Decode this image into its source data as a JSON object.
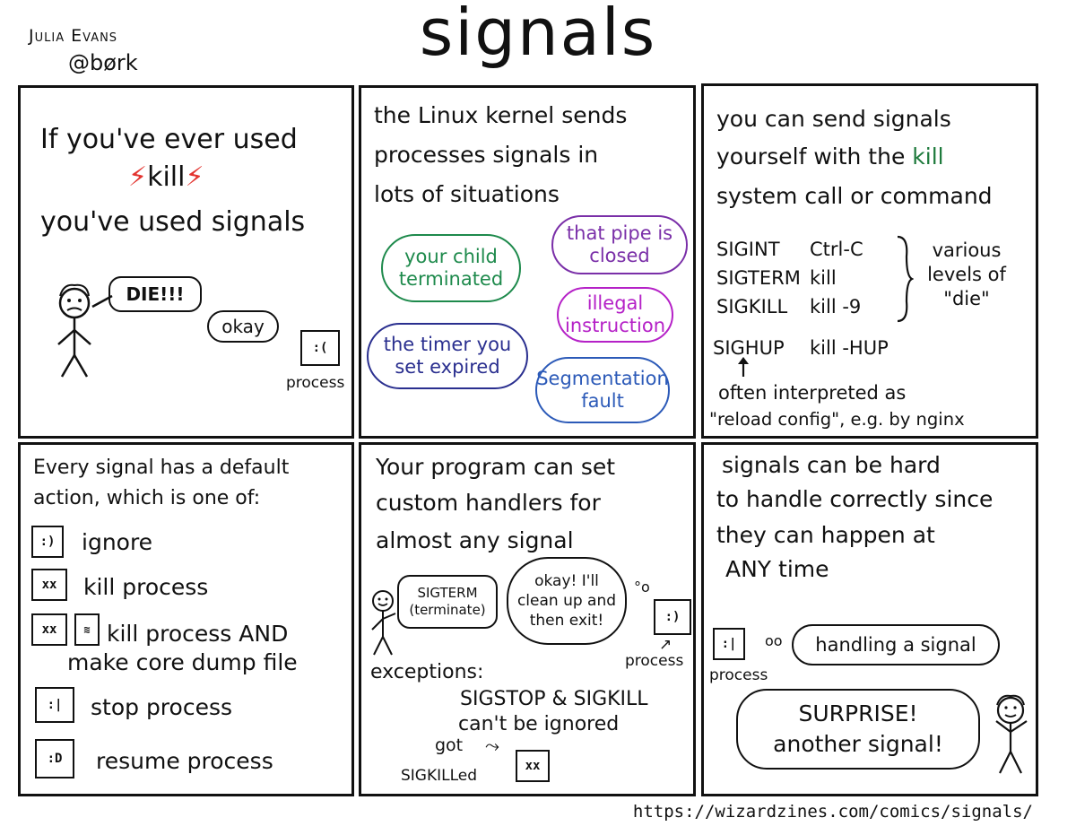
{
  "header": {
    "author": "Julia Evans",
    "handle": "@børk",
    "title": "signals"
  },
  "panel1": {
    "line1": "If you've ever used",
    "kill": "kill",
    "line3": "you've used signals",
    "die": "DIE!!!",
    "okay": "okay",
    "process": "process"
  },
  "panel2": {
    "line1": "the Linux kernel sends",
    "line2": "processes signals in",
    "line3": "lots of situations",
    "clouds": [
      {
        "text": "your child terminated",
        "color": "#1e8a4c"
      },
      {
        "text": "that pipe is closed",
        "color": "#7a2fa8"
      },
      {
        "text": "illegal instruction",
        "color": "#b521c7"
      },
      {
        "text": "the timer you set expired",
        "color": "#2a2f8f"
      },
      {
        "text": "Segmentation fault",
        "color": "#2c5ab8"
      }
    ]
  },
  "panel3": {
    "line1": "you can send signals",
    "line2_pre": "yourself with the",
    "line2_kill": "kill",
    "line3": "system call or command",
    "rows": [
      {
        "sig": "SIGINT",
        "cmd": "Ctrl-C"
      },
      {
        "sig": "SIGTERM",
        "cmd": "kill"
      },
      {
        "sig": "SIGKILL",
        "cmd": "kill -9"
      }
    ],
    "brace_note": "various levels of \"die\"",
    "hup_sig": "SIGHUP",
    "hup_cmd": "kill -HUP",
    "note1": "often interpreted as",
    "note2": "\"reload config\", e.g. by nginx"
  },
  "panel4": {
    "line1": "Every signal has a default",
    "line2": "action, which is one of:",
    "actions": [
      "ignore",
      "kill process",
      "kill process AND",
      "make core dump file",
      "stop process",
      "resume process"
    ]
  },
  "panel5": {
    "line1": "Your program can set",
    "line2": "custom handlers for",
    "line3": "almost any signal",
    "sigterm": "SIGTERM (terminate)",
    "reply": "okay! I'll clean up and then exit!",
    "process": "process",
    "exceptions": "exceptions:",
    "exc1": "SIGSTOP & SIGKILL",
    "exc2": "can't be ignored",
    "got": "got",
    "sigkilled": "SIGKILLed"
  },
  "panel6": {
    "line1": "signals can be hard",
    "line2": "to handle correctly since",
    "line3": "they can happen at",
    "line4": "ANY time",
    "handling": "handling a signal",
    "process": "process",
    "surprise1": "SURPRISE!",
    "surprise2": "another signal!"
  },
  "footer": {
    "url": "https://wizardzines.com/comics/signals/"
  }
}
